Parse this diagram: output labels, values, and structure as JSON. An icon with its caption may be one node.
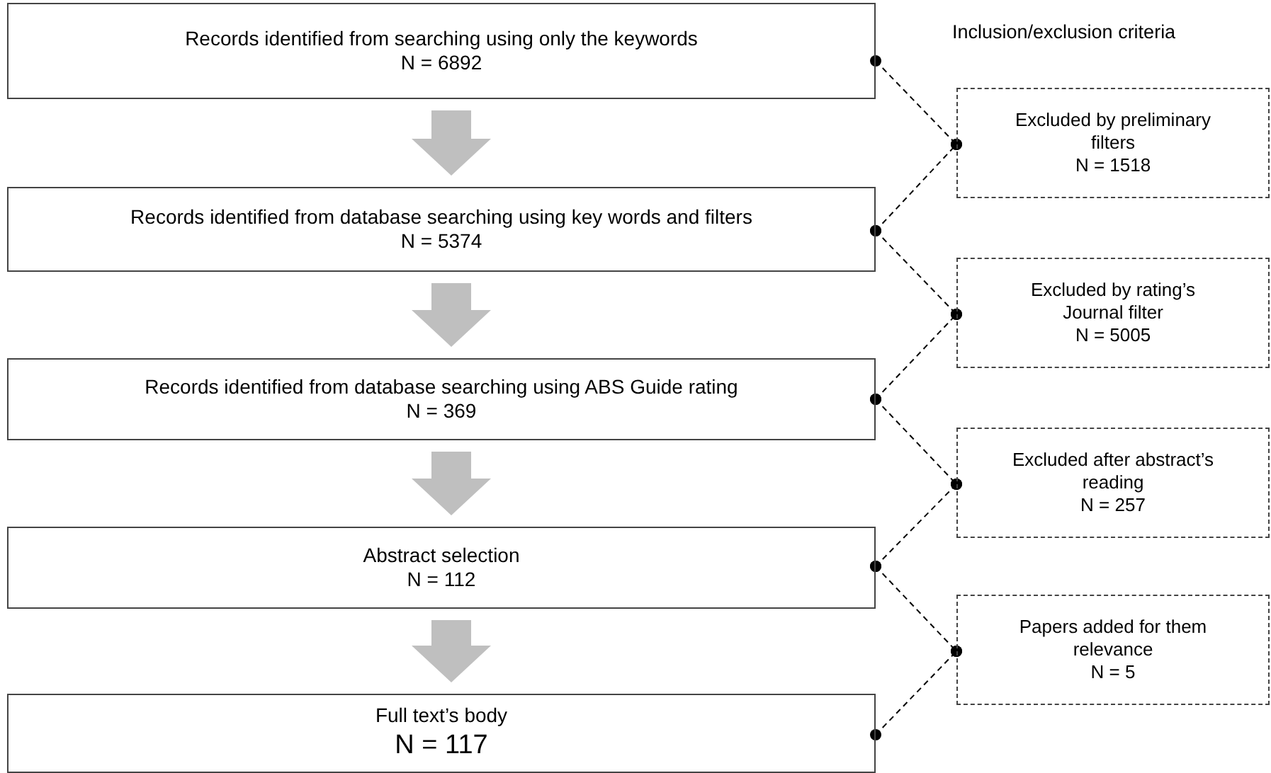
{
  "diagram": {
    "nodes": [
      {
        "text": [
          "Records identified from searching using only the keywords",
          "N = 6892"
        ]
      },
      {
        "text": [
          "Records identified from database searching using key words and filters",
          "N = 5374"
        ]
      },
      {
        "text": [
          "Records identified from database searching using ABS Guide rating",
          "N = 369"
        ]
      },
      {
        "text": [
          "Abstract selection",
          "N = 112"
        ]
      },
      {
        "text": [
          "Full text’s body",
          "N = 117"
        ]
      },
      {
        "text": [
          "Excluded by preliminary filters",
          "N = 1518"
        ]
      },
      {
        "text": [
          "Excluded by rating’s Journal filter",
          "N = 5005"
        ]
      },
      {
        "text": [
          "Excluded after abstract’s reading",
          "N = 257"
        ]
      },
      {
        "text": [
          "Papers added for them relevance",
          "N = 5"
        ]
      }
    ],
    "edges": [
      {
        "from": 0,
        "to": 1,
        "arrow": "to",
        "style": "thick",
        "color": "#bfbfbf"
      },
      {
        "from": 1,
        "to": 2,
        "arrow": "to",
        "style": "thick",
        "color": "#bfbfbf"
      },
      {
        "from": 2,
        "to": 3,
        "arrow": "to",
        "style": "thick",
        "color": "#bfbfbf"
      },
      {
        "from": 3,
        "to": 4,
        "arrow": "to",
        "style": "thick",
        "color": "#bfbfbf"
      },
      {
        "from": 0,
        "to": 5,
        "arrow": "other",
        "style": "dashed"
      },
      {
        "from": 1,
        "to": 5,
        "arrow": "other",
        "style": "dashed"
      },
      {
        "from": 1,
        "to": 6,
        "arrow": "other",
        "style": "dashed"
      },
      {
        "from": 2,
        "to": 6,
        "arrow": "other",
        "style": "dashed"
      },
      {
        "from": 2,
        "to": 7,
        "arrow": "other",
        "style": "dashed"
      },
      {
        "from": 3,
        "to": 7,
        "arrow": "other",
        "style": "dashed"
      },
      {
        "from": 3,
        "to": 8,
        "arrow": "other",
        "style": "dashed"
      },
      {
        "from": 4,
        "to": 8,
        "arrow": "other",
        "style": "dashed"
      }
    ],
    "labels": [
      "Inclusion/exclusion criteria"
    ]
  }
}
